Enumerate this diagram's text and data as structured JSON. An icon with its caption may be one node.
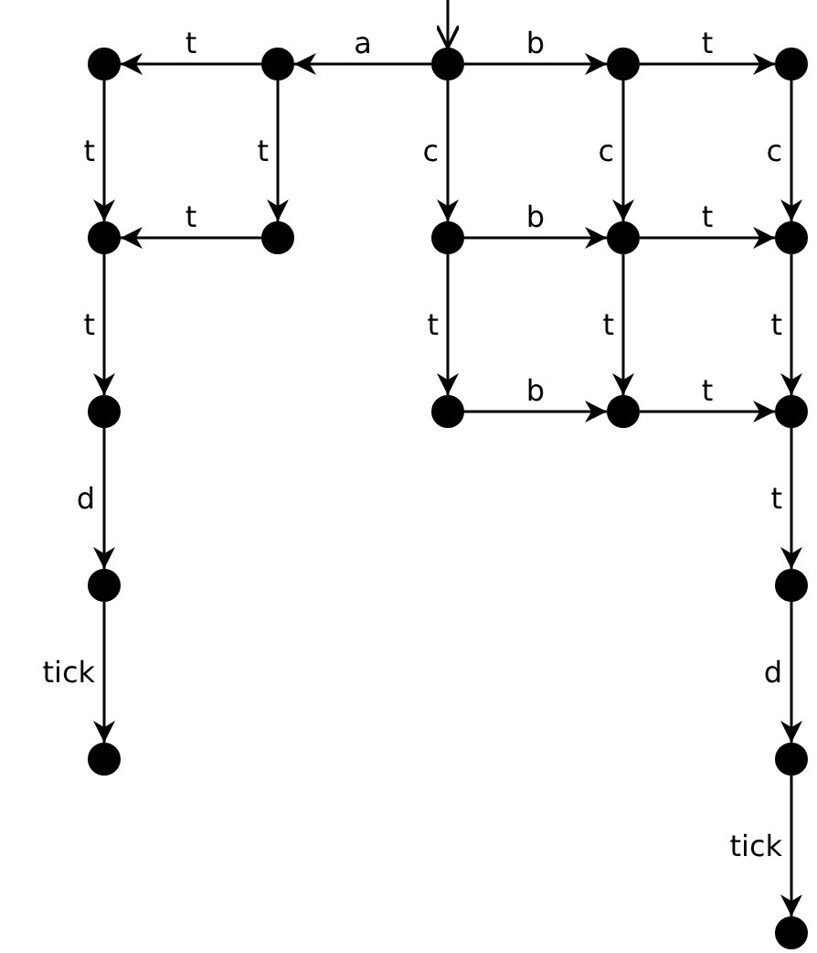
{
  "diagram": {
    "nodes": [
      {
        "text": [],
        "shape": "circle"
      },
      {
        "text": [],
        "shape": "circle"
      },
      {
        "text": [],
        "shape": "circle"
      },
      {
        "text": [],
        "shape": "circle"
      },
      {
        "text": [],
        "shape": "circle"
      },
      {
        "text": [],
        "shape": "circle"
      },
      {
        "text": [],
        "shape": "circle"
      },
      {
        "text": [],
        "shape": "circle"
      },
      {
        "text": [],
        "shape": "circle"
      },
      {
        "text": [],
        "shape": "circle"
      },
      {
        "text": [],
        "shape": "circle"
      },
      {
        "text": [],
        "shape": "circle"
      },
      {
        "text": [],
        "shape": "circle"
      },
      {
        "text": [],
        "shape": "circle"
      },
      {
        "text": [],
        "shape": "circle"
      },
      {
        "text": [],
        "shape": "circle"
      },
      {
        "text": [],
        "shape": "circle"
      },
      {
        "text": [],
        "shape": "circle"
      },
      {
        "text": [],
        "shape": "circle"
      }
    ],
    "edges": [
      {
        "from": null,
        "to": 2,
        "arrow": "to"
      },
      {
        "from": 1,
        "to": 0,
        "arrow": "to",
        "label": "t"
      },
      {
        "from": 2,
        "to": 1,
        "arrow": "to",
        "label": "a"
      },
      {
        "from": 2,
        "to": 3,
        "arrow": "to",
        "label": "b"
      },
      {
        "from": 3,
        "to": 4,
        "arrow": "to",
        "label": "t"
      },
      {
        "from": 0,
        "to": 5,
        "arrow": "to",
        "label": "t"
      },
      {
        "from": 1,
        "to": 6,
        "arrow": "to",
        "label": "t"
      },
      {
        "from": 2,
        "to": 7,
        "arrow": "to",
        "label": "c"
      },
      {
        "from": 3,
        "to": 8,
        "arrow": "to",
        "label": "c"
      },
      {
        "from": 4,
        "to": 9,
        "arrow": "to",
        "label": "c"
      },
      {
        "from": 6,
        "to": 5,
        "arrow": "to",
        "label": "t"
      },
      {
        "from": 7,
        "to": 8,
        "arrow": "to",
        "label": "b"
      },
      {
        "from": 8,
        "to": 9,
        "arrow": "to",
        "label": "t"
      },
      {
        "from": 5,
        "to": 10,
        "arrow": "to",
        "label": "t"
      },
      {
        "from": 7,
        "to": 11,
        "arrow": "to",
        "label": "t"
      },
      {
        "from": 8,
        "to": 12,
        "arrow": "to",
        "label": "t"
      },
      {
        "from": 9,
        "to": 13,
        "arrow": "to",
        "label": "t"
      },
      {
        "from": 11,
        "to": 12,
        "arrow": "to",
        "label": "b"
      },
      {
        "from": 12,
        "to": 13,
        "arrow": "to",
        "label": "t"
      },
      {
        "from": 10,
        "to": 14,
        "arrow": "to",
        "label": "d"
      },
      {
        "from": 13,
        "to": 15,
        "arrow": "to",
        "label": "t"
      },
      {
        "from": 14,
        "to": 16,
        "arrow": "to",
        "label": "tick"
      },
      {
        "from": 15,
        "to": 17,
        "arrow": "to",
        "label": "d"
      },
      {
        "from": 17,
        "to": 18,
        "arrow": "to",
        "label": "tick"
      }
    ]
  }
}
